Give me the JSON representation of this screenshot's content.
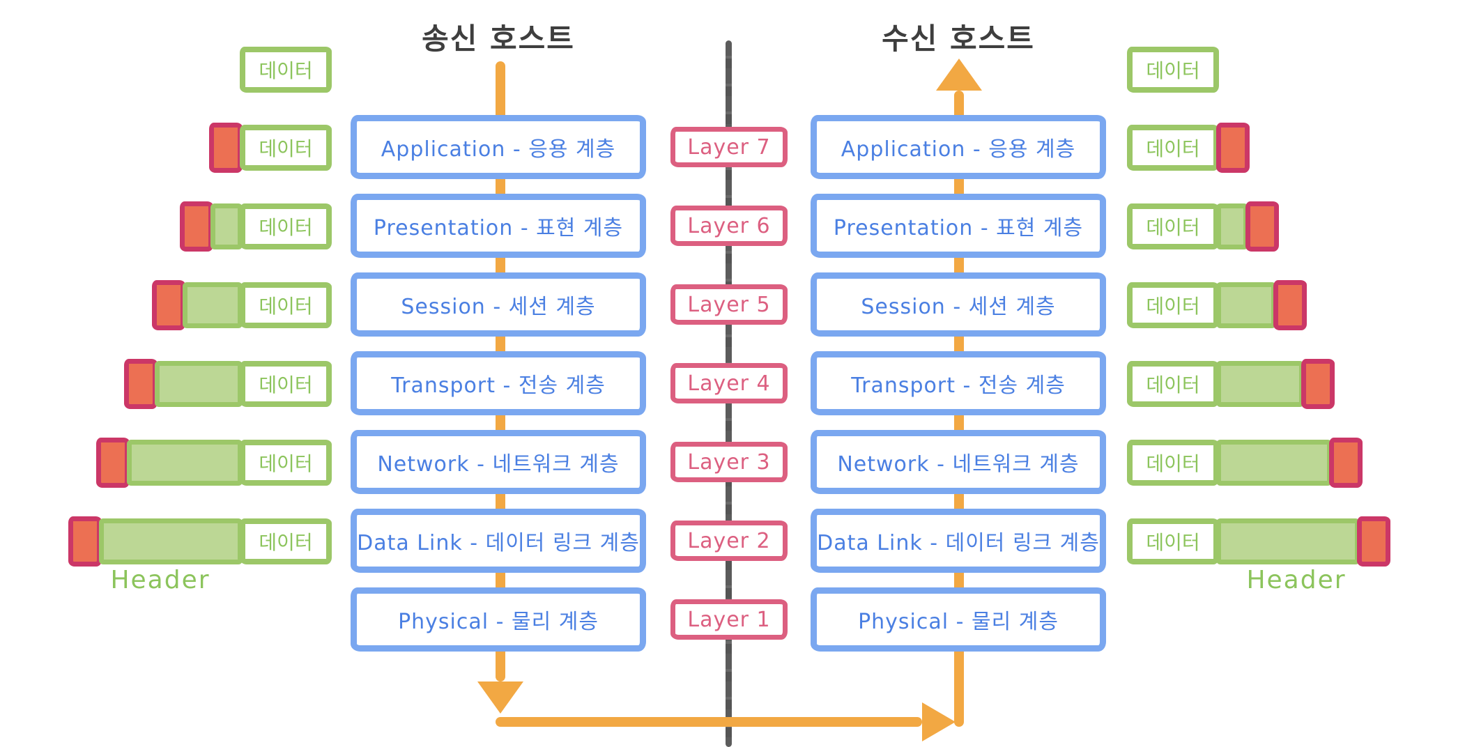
{
  "diagram": {
    "sender_title": "송신 호스트",
    "receiver_title": "수신 호스트",
    "data_label": "데이터",
    "header_caption": "Header",
    "layers": [
      {
        "name": "Application - 응용 계층",
        "tag": "Layer 7"
      },
      {
        "name": "Presentation - 표현 계층",
        "tag": "Layer 6"
      },
      {
        "name": "Session - 세션 계층",
        "tag": "Layer 5"
      },
      {
        "name": "Transport - 전송 계층",
        "tag": "Layer 4"
      },
      {
        "name": "Network - 네트워크 계층",
        "tag": "Layer 3"
      },
      {
        "name": "Data Link - 데이터 링크 계층",
        "tag": "Layer 2"
      },
      {
        "name": "Physical - 물리 계층",
        "tag": "Layer 1"
      }
    ],
    "colors": {
      "layer_box_border": "#7aa7f0",
      "layer_box_text": "#4a7fe2",
      "layer_tag_pink": "#dc5f80",
      "data_green": "#8cc45c",
      "data_box_border": "#9cc768",
      "header_green_fill": "#bcd795",
      "header_red_fill": "#ec7053",
      "header_red_border": "#cb3767",
      "flow_orange": "#f2a843",
      "divider_gray": "#5c5c5c",
      "title_gray": "#3e3e3e"
    }
  }
}
